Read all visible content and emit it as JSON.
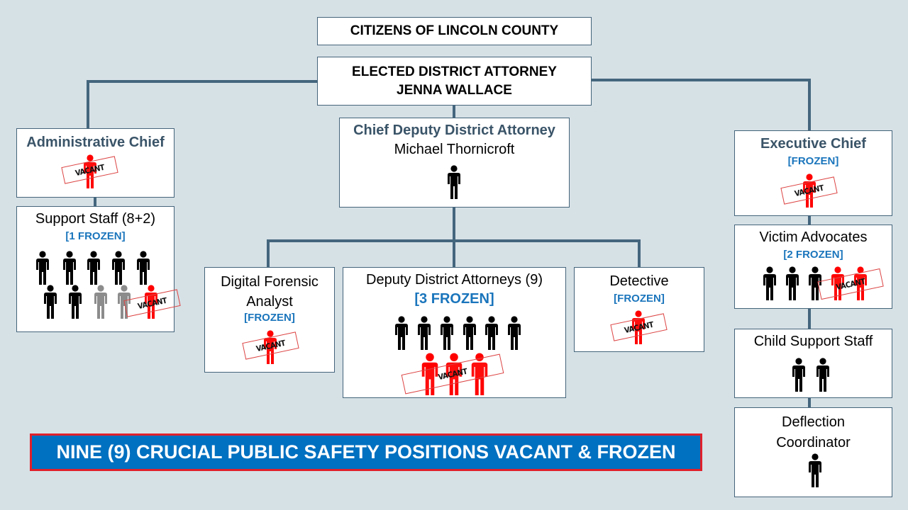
{
  "top": {
    "citizens": "CITIZENS OF LINCOLN COUNTY",
    "da_title": "ELECTED DISTRICT ATTORNEY",
    "da_name": "JENNA WALLACE"
  },
  "admin_chief": {
    "title": "Administrative Chief",
    "stamp": "VACANT"
  },
  "support_staff": {
    "title": "Support Staff (8+2)",
    "frozen": "[1 FROZEN]",
    "stamp": "VACANT"
  },
  "chief_deputy": {
    "title": "Chief Deputy District Attorney",
    "name": "Michael Thornicroft"
  },
  "digital_forensic": {
    "title_line1": "Digital Forensic",
    "title_line2": "Analyst",
    "frozen": "[FROZEN]",
    "stamp": "VACANT"
  },
  "ddas": {
    "title": "Deputy District Attorneys (9)",
    "frozen": "[3 FROZEN]",
    "stamp": "VACANT"
  },
  "detective": {
    "title": "Detective",
    "frozen": "[FROZEN]",
    "stamp": "VACANT"
  },
  "executive_chief": {
    "title": "Executive Chief",
    "frozen": "[FROZEN]",
    "stamp": "VACANT"
  },
  "victim_advocates": {
    "title": "Victim Advocates",
    "frozen": "[2 FROZEN]",
    "stamp": "VACANT"
  },
  "child_support": {
    "title": "Child Support Staff"
  },
  "deflection": {
    "title_line1": "Deflection",
    "title_line2": "Coordinator"
  },
  "banner": "NINE (9) CRUCIAL PUBLIC SAFETY POSITIONS VACANT & FROZEN",
  "colors": {
    "background": "#d6e1e6",
    "connector": "#44667d",
    "frozen": "#1a75bc",
    "vacant": "#ff0000",
    "banner": "#0070c0"
  }
}
